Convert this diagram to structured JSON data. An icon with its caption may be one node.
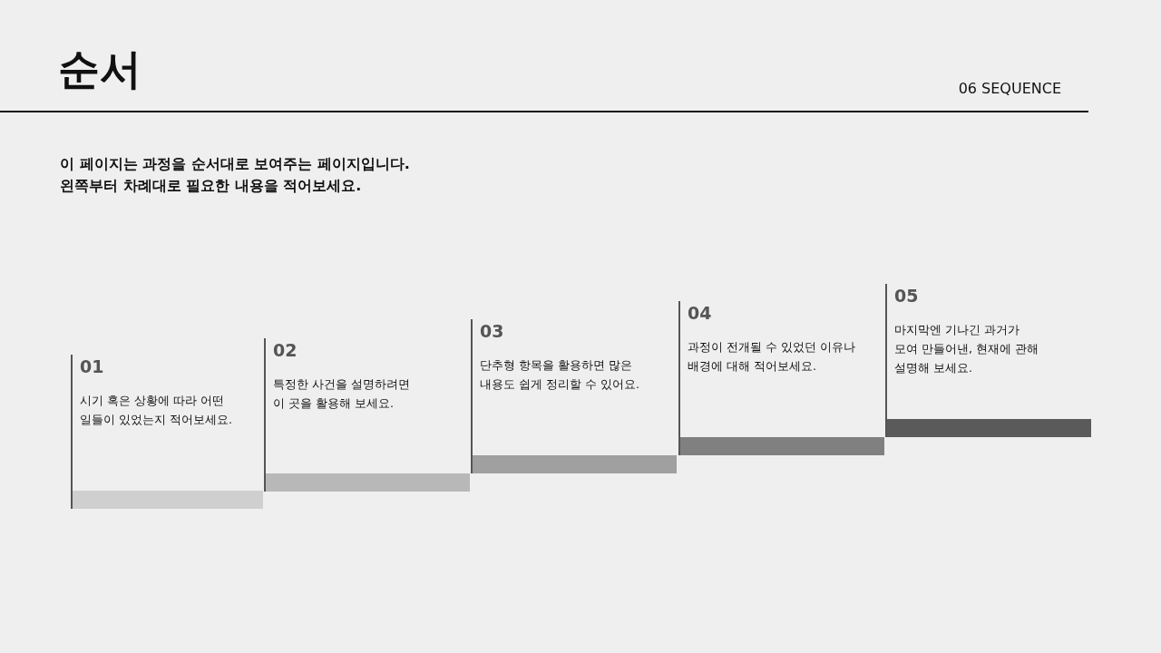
{
  "diagram": {
    "title": "순서",
    "nodes": [
      {
        "text": [
          "01",
          "시기 혹은 상황에 따라 어떤 일들이 있었는지 적어보세요."
        ]
      },
      {
        "text": [
          "02",
          "특정한 사건을 설명하려면 이 곳을 활용해 보세요."
        ]
      },
      {
        "text": [
          "03",
          "단추형 항목을 활용하면 많은 내용도 쉽게 정리할 수 있어요."
        ]
      },
      {
        "text": [
          "04",
          "과정이 전개될 수 있었던 이유나 배경에 대해 적어보세요."
        ]
      },
      {
        "text": [
          "05",
          "마지막엔 기나긴 과거가 모여 만들어낸, 현재에 관해 설명해 보세요."
        ]
      }
    ],
    "labels": [
      "06 SEQUENCE",
      "이 페이지는 과정을 순서대로 보여주는 페이지입니다. 왼쪽부터 차례대로 필요한 내용을 적어보세요."
    ]
  }
}
